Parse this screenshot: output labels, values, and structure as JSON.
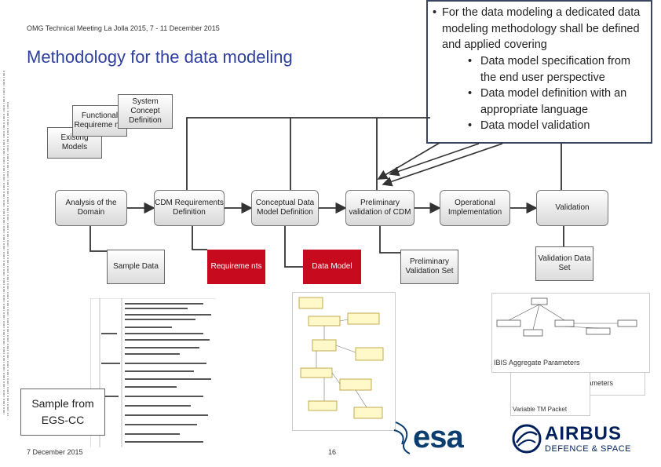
{
  "header": {
    "meeting": "OMG Technical Meeting La Jolla 2015, 7 - 11 December 2015",
    "title": "Methodology for the data modeling"
  },
  "callout": {
    "main": "For the data modeling a dedicated data modeling methodology shall be defined and applied covering",
    "items": [
      "Data model specification from the end user perspective",
      "Data model definition with an appropriate language",
      "Data model validation"
    ]
  },
  "sources": {
    "system_concept": "System Concept Definition",
    "functional_requirements": "Functional Requireme nts",
    "existing_models": "Existing Models"
  },
  "process": [
    "Analysis of the Domain",
    "CDM Requirements Definition",
    "Conceptual Data Model Definition",
    "Preliminary validation of CDM",
    "Operational Implementation",
    "Validation"
  ],
  "outputs": {
    "sample_data": "Sample Data",
    "requirements": "Requireme nts",
    "data_model": "Data Model",
    "preliminary_validation_set": "Preliminary Validation Set",
    "validation_data_set": "Validation Data Set"
  },
  "sample_from": "Sample from EGS-CC",
  "thumbnail_labels": {
    "aggregate": "IBIS Aggregate Parameters",
    "derived": "Derived Parameters",
    "packet": "Variable TM Packet"
  },
  "footer": {
    "date": "7 December 2015",
    "page": "16"
  },
  "logos": {
    "esa": "esa",
    "airbus_line1": "AIRBUS",
    "airbus_line2": "DEFENCE & SPACE"
  },
  "colors": {
    "title": "#2f3f9e",
    "requirements_box": "#c80a1e",
    "data_model_box": "#c80a1e",
    "esa": "#0b3d6e",
    "airbus": "#00205b"
  }
}
